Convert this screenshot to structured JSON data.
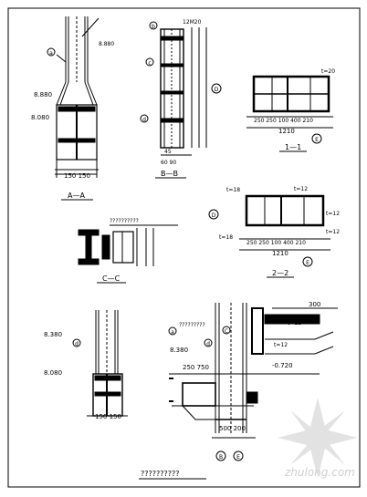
{
  "drawing": {
    "sections": {
      "aa": {
        "title": "A—A"
      },
      "bb": {
        "title": "B—B"
      },
      "cc": {
        "title": "C—C"
      },
      "s11": {
        "title": "1—1"
      },
      "s22": {
        "title": "2—2"
      }
    },
    "labels": {
      "el_8880": "8.880",
      "el_8080": "8.080",
      "el_8380_a": "8.380",
      "el_8880_b": "8.880",
      "el_8080_b": "8.080",
      "el_8380_b": "8.380",
      "el_m0720": "-0.720",
      "d_150150": "150 150",
      "d_150150_b": "150 150",
      "d_1210": "1210",
      "d_1210_b": "1210",
      "d_row11": "250 250 100 400   210",
      "d_row22": "250 250 100 400   210",
      "d_250_750": "250     750",
      "d_500_200": "500   200",
      "d_300": "300",
      "d_6090": "60 90",
      "d_45": "45",
      "d_12m20": "12M20",
      "d_t20": "t=20",
      "d_t18": "t=18",
      "d_t12a": "t=12",
      "d_t12b": "t=12",
      "d_t12c": "t=12",
      "d_t18b": "t=18",
      "d_t12d": "t=12",
      "d_t12e": "t=12",
      "circle_a": "a",
      "circle_b": "b",
      "circle_c": "c",
      "circle_d": "d",
      "circle_e": "E",
      "circle_e2": "E",
      "circle_d2": "D",
      "circle_e3": "E",
      "circle_b2": "B",
      "circle_c2": "C",
      "q1": "??????????",
      "q2": "?????????",
      "bottom_title": "??????????"
    }
  },
  "watermark": {
    "text": "zhulong.com"
  }
}
